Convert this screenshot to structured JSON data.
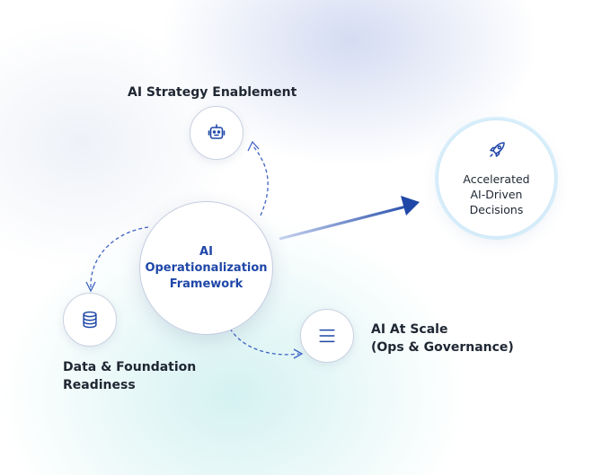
{
  "center": {
    "lines": [
      "AI",
      "Operationalization",
      "Framework"
    ]
  },
  "nodes": {
    "strategy": {
      "label": "AI Strategy Enablement",
      "icon": "robot-icon"
    },
    "data": {
      "label_lines": [
        "Data & Foundation",
        "Readiness"
      ],
      "icon": "database-icon"
    },
    "scale": {
      "label_lines": [
        "AI At Scale",
        "(Ops & Governance)"
      ],
      "icon": "menu-lines-icon"
    }
  },
  "outcome": {
    "lines": [
      "Accelerated",
      "AI-Driven",
      "Decisions"
    ],
    "icon": "rocket-icon"
  },
  "colors": {
    "accent": "#1f47a8",
    "text": "#1f2733",
    "connector": "#3d63c2"
  }
}
